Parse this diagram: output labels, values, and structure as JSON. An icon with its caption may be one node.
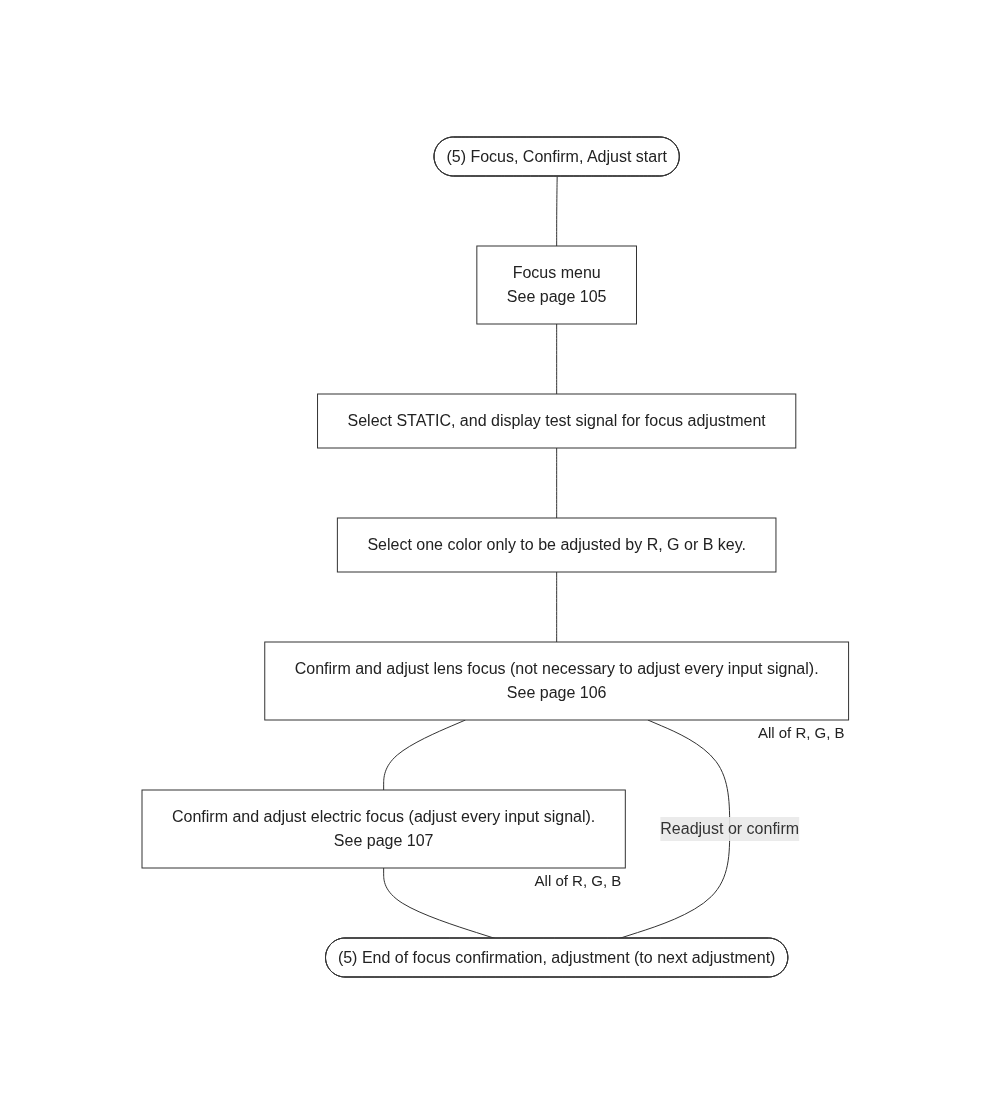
{
  "diagram": {
    "nodes": [
      {
        "text": [
          "(5) Focus, Confirm, Adjust start"
        ]
      },
      {
        "text": [
          "Focus menu",
          "See page 105"
        ]
      },
      {
        "text": [
          "Select STATIC, and display test signal for focus adjustment"
        ]
      },
      {
        "text": [
          "Select one color only to be adjusted by R, G or B key."
        ]
      },
      {
        "text": [
          "Confirm and adjust lens focus (not necessary to adjust every input signal).",
          "See page 106"
        ],
        "beside": [
          "All of R, G, B"
        ]
      },
      {
        "text": [
          "Confirm and adjust electric focus (adjust every input signal).",
          "See page 107"
        ],
        "beside": [
          "All of R, G, B"
        ]
      },
      {
        "text": [
          "(5) End of focus confirmation, adjustment (to next adjustment)"
        ]
      }
    ],
    "edges": [
      {
        "from": 0,
        "to": 1,
        "arrow": "none"
      },
      {
        "from": 1,
        "to": 2,
        "arrow": "none"
      },
      {
        "from": 2,
        "to": 3,
        "arrow": "none"
      },
      {
        "from": 3,
        "to": 4,
        "arrow": "none"
      },
      {
        "from": 4,
        "to": 5,
        "arrow": "none"
      },
      {
        "from": 5,
        "to": 6,
        "arrow": "none"
      },
      {
        "from": 4,
        "to": 6,
        "arrow": "none",
        "label": "Readjust or confirm"
      }
    ]
  }
}
